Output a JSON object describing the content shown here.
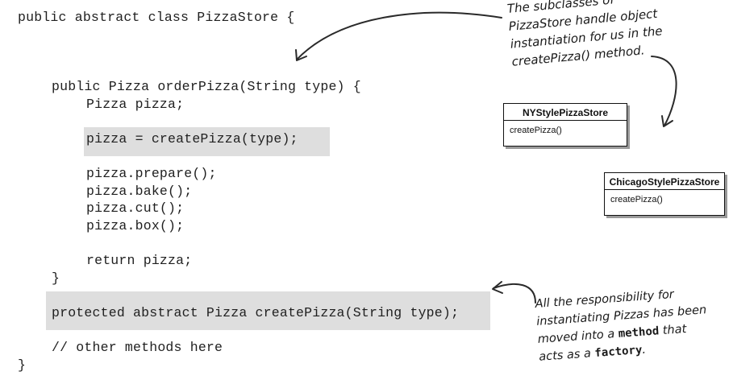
{
  "code": {
    "class_decl": "public abstract class PizzaStore {",
    "order_decl": "public Pizza orderPizza(String type) {",
    "local_var": "Pizza pizza;",
    "create_call": "pizza = createPizza(type);",
    "prepare": "pizza.prepare();",
    "bake": "pizza.bake();",
    "cut": "pizza.cut();",
    "box": "pizza.box();",
    "return_stmt": "return pizza;",
    "method_close": "}",
    "abstract_decl": "protected abstract Pizza createPizza(String type);",
    "comment": "// other methods here",
    "class_close": "}"
  },
  "uml": {
    "ny": {
      "name": "NYStylePizzaStore",
      "method": "createPizza()"
    },
    "chicago": {
      "name": "ChicagoStylePizzaStore",
      "method": "createPizza()"
    }
  },
  "notes": {
    "top": {
      "line1": "The subclasses of",
      "line2": "PizzaStore handle object",
      "line3": "instantiation for us in the",
      "line4": "createPizza() method."
    },
    "bottom": {
      "line1": "All the responsibility for",
      "line2": "instantiating Pizzas has been",
      "line3_pre": "moved into a ",
      "line3_em": "method",
      "line3_post": " that",
      "line4_pre": "acts as a ",
      "line4_em": "factory",
      "line4_post": "."
    }
  },
  "colors": {
    "highlight": "#dedede",
    "ink": "#1f1f1f"
  }
}
